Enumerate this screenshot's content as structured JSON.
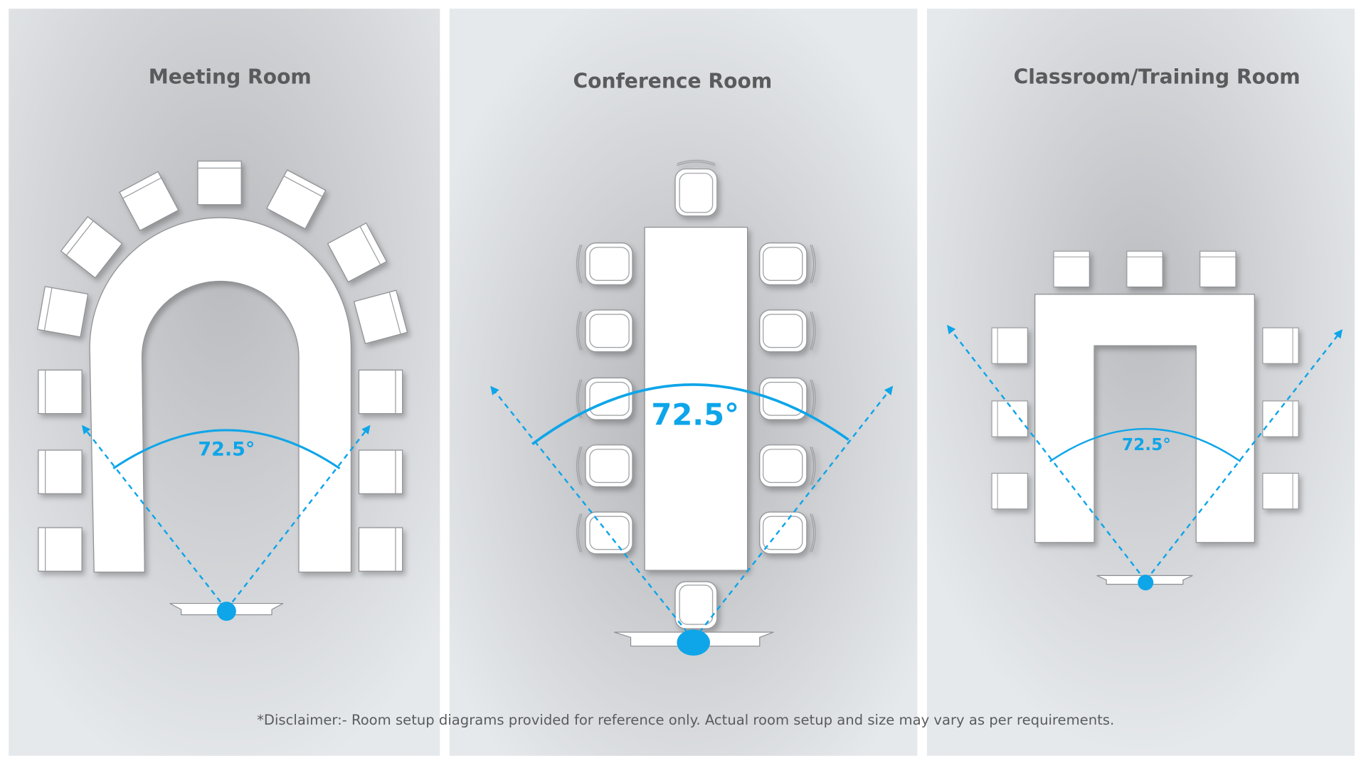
{
  "accent_color": "#0ea5e9",
  "panels": [
    {
      "title": "Meeting Room",
      "angle_label": "72.5°"
    },
    {
      "title": "Conference Room",
      "angle_label": "72.5°"
    },
    {
      "title": "Classroom/Training Room",
      "angle_label": "72.5°"
    }
  ],
  "disclaimer": "*Disclaimer:- Room setup diagrams provided for reference only. Actual room setup and size may vary as per requirements."
}
